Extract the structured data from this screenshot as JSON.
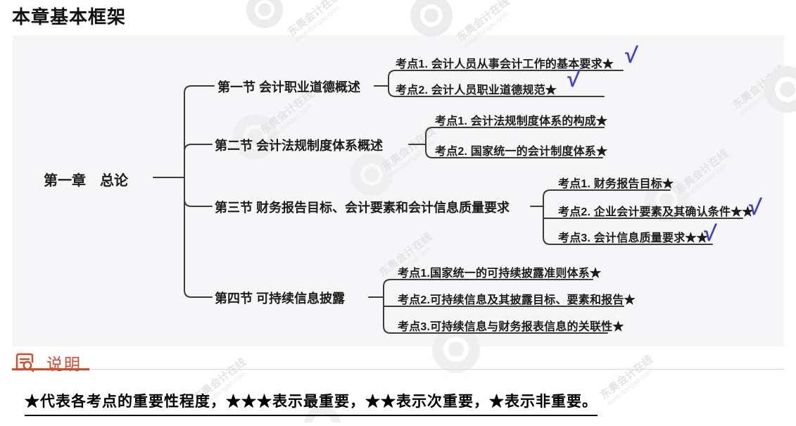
{
  "page_title": "本章基本框架",
  "mindmap": {
    "root": "第一章　总论",
    "checkmark": "√",
    "sections": [
      {
        "label": "第一节 会计职业道德概述",
        "topics": [
          {
            "text": "考点1. 会计人员从事会计工作的基本要求★",
            "checked": true
          },
          {
            "text": "考点2. 会计人员职业道德规范★",
            "checked": true
          }
        ]
      },
      {
        "label": "第二节 会计法规制度体系概述",
        "topics": [
          {
            "text": "考点1. 会计法规制度体系的构成★",
            "checked": false
          },
          {
            "text": "考点2. 国家统一的会计制度体系★",
            "checked": false
          }
        ]
      },
      {
        "label": "第三节 财务报告目标、会计要素和会计信息质量要求",
        "topics": [
          {
            "text": "考点1. 财务报告目标★",
            "checked": false
          },
          {
            "text": "考点2. 企业会计要素及其确认条件★★",
            "checked": true
          },
          {
            "text": "考点3. 会计信息质量要求★★",
            "checked": true
          }
        ]
      },
      {
        "label": "第四节 可持续信息披露",
        "topics": [
          {
            "text": "考点1.国家统一的可持续披露准则体系★",
            "checked": false
          },
          {
            "text": "考点2.可持续信息及其披露目标、要素和报告★",
            "checked": false
          },
          {
            "text": "考点3.可持续信息与财务报表信息的关联性★",
            "checked": false
          }
        ]
      }
    ]
  },
  "note": {
    "heading": "说明",
    "text": "★代表各考点的重要性程度，★★★表示最重要，★★表示次重要，★表示非重要。"
  },
  "watermark": {
    "line1": "东奥会计在线",
    "line2": "www.dongao.com"
  },
  "colors": {
    "accent": "#d8492a",
    "checkmark": "#4040d6",
    "line": "#3c3c3c",
    "panel_bg": "#f6f6f8"
  }
}
